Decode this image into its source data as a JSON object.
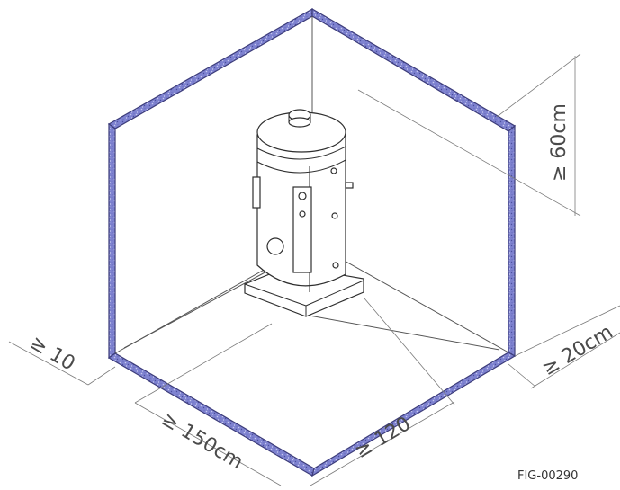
{
  "dimensions": {
    "top_clearance": "≥ 60cm",
    "side_clearance_right": "≥ 20cm",
    "side_clearance_left": "≥ 10",
    "front_clearance": "≥ 150cm",
    "depth_clearance": "≥ 120"
  },
  "figure_id": "FIG-00290",
  "colors": {
    "wall": "#6b6fc4",
    "line": "#555555"
  }
}
